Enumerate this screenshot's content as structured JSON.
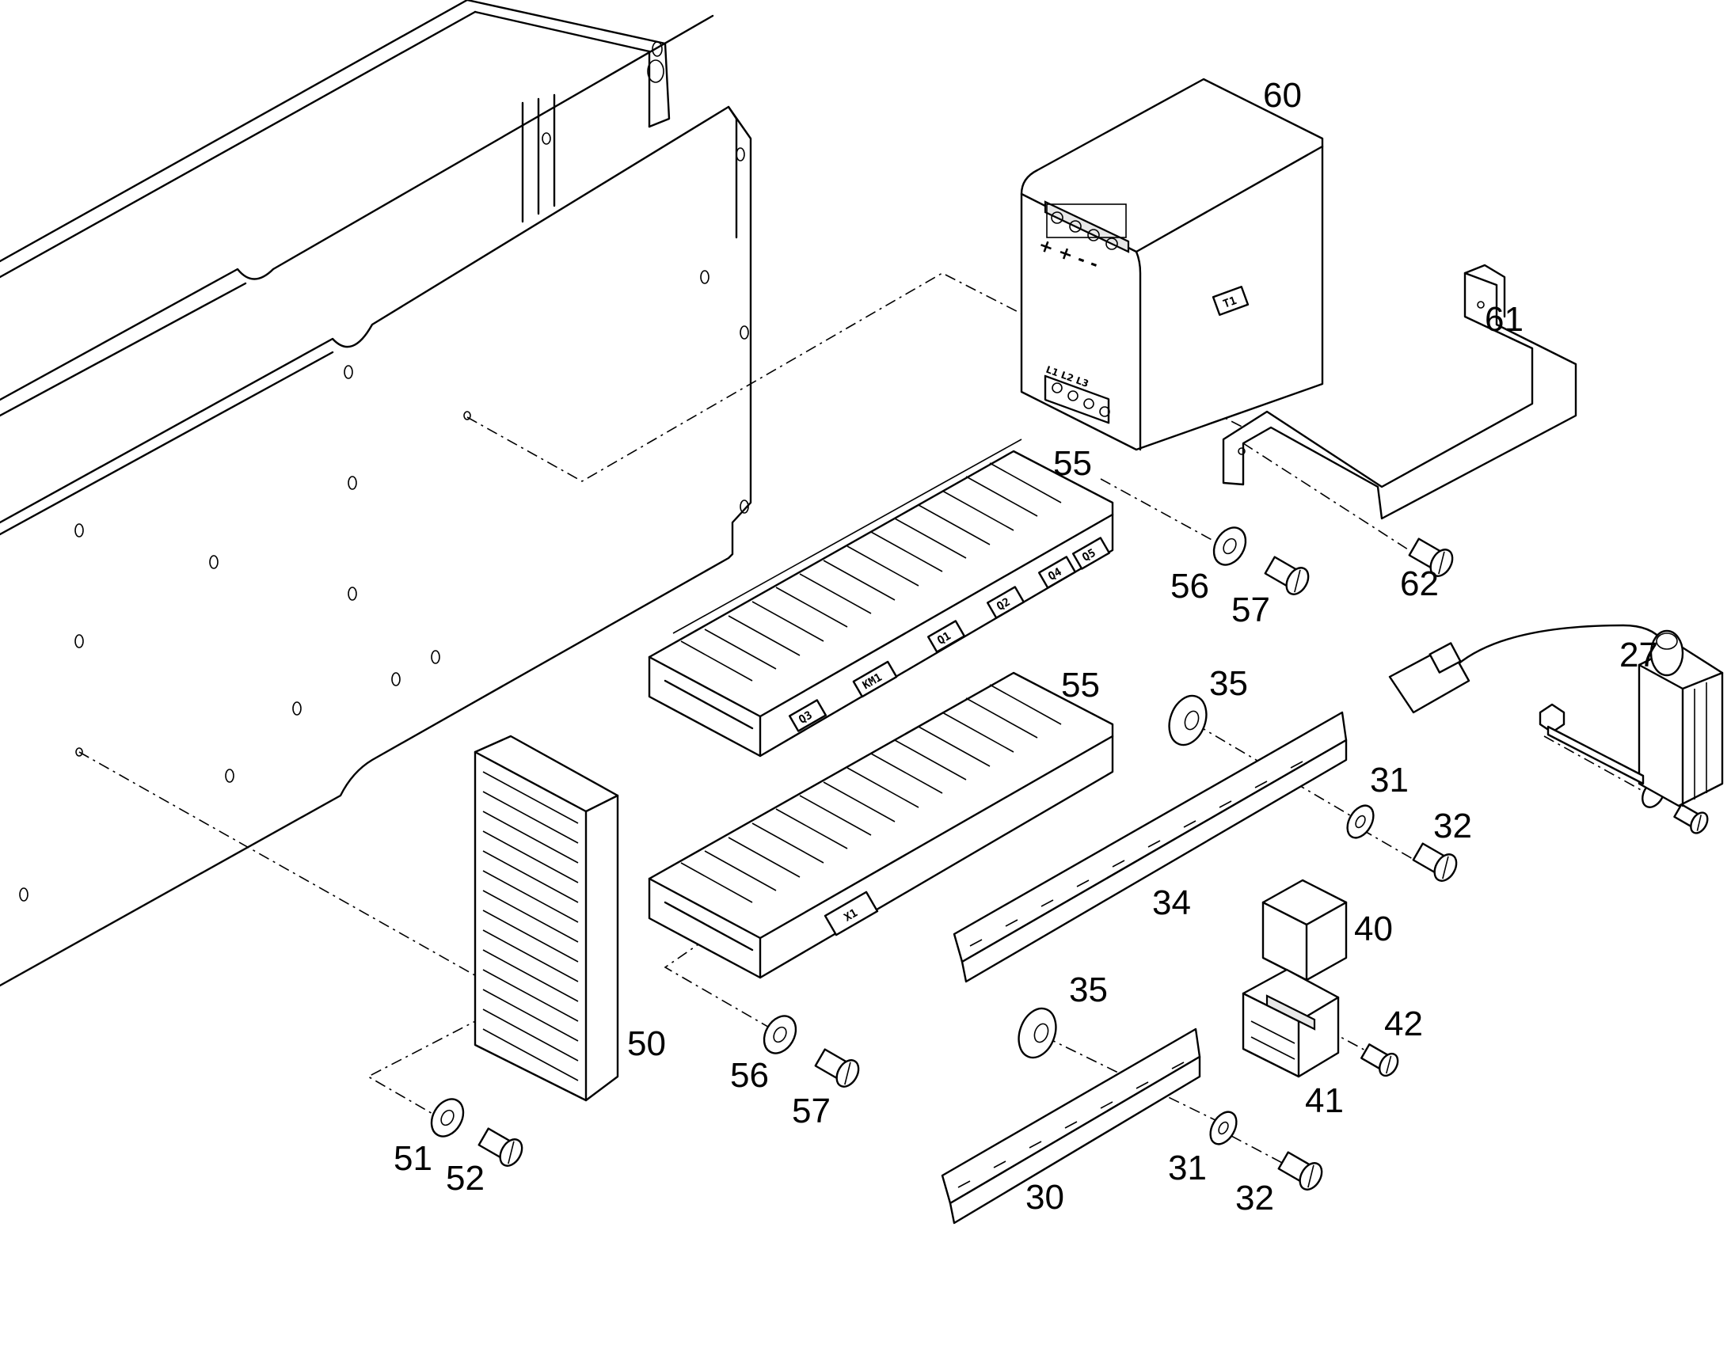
{
  "callouts": {
    "c60": "60",
    "c61": "61",
    "c55a": "55",
    "c56a": "56",
    "c57a": "57",
    "c62": "62",
    "c27": "27",
    "c35a": "35",
    "c55b": "55",
    "c31a": "31",
    "c32a": "32",
    "c34": "34",
    "c40": "40",
    "c35b": "35",
    "c42": "42",
    "c50": "50",
    "c56b": "56",
    "c57b": "57",
    "c41": "41",
    "c31b": "31",
    "c32b": "32",
    "c30": "30",
    "c51": "51",
    "c52": "52"
  },
  "device_tags": {
    "t1": "T1",
    "q3": "Q3",
    "km1": "KM1",
    "q1": "Q1",
    "q2": "Q2",
    "q4": "Q4",
    "q5": "Q5",
    "x1": "X1"
  },
  "power_supply_terminals": {
    "dc": "+ + - -",
    "ac": "L1 L2 L3"
  }
}
